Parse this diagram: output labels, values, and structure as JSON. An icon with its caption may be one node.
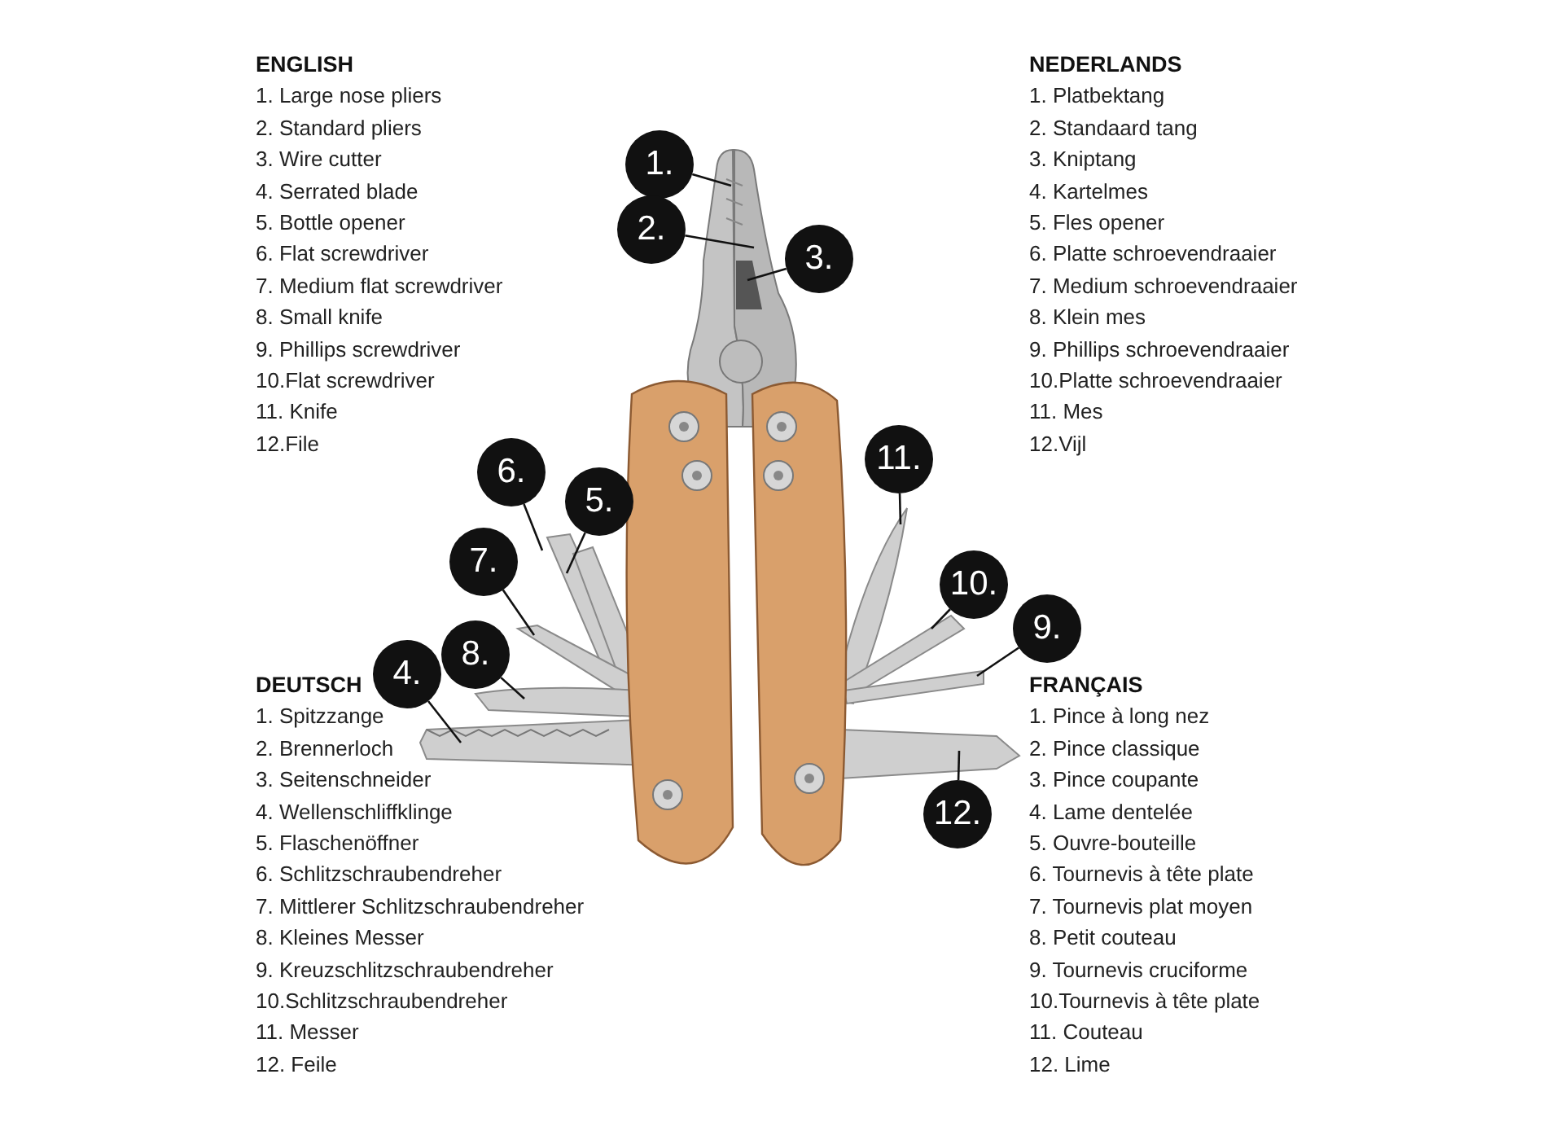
{
  "diagram": {
    "nodes": [
      {
        "text": [
          "1."
        ]
      },
      {
        "text": [
          "2."
        ]
      },
      {
        "text": [
          "3."
        ]
      },
      {
        "text": [
          "4."
        ]
      },
      {
        "text": [
          "5."
        ]
      },
      {
        "text": [
          "6."
        ]
      },
      {
        "text": [
          "7."
        ]
      },
      {
        "text": [
          "8."
        ]
      },
      {
        "text": [
          "9."
        ]
      },
      {
        "text": [
          "10."
        ]
      },
      {
        "text": [
          "11."
        ]
      },
      {
        "text": [
          "12."
        ]
      }
    ],
    "edges": [
      {
        "from": 0,
        "to": null,
        "arrow": "none"
      },
      {
        "from": 1,
        "to": null,
        "arrow": "none"
      },
      {
        "from": 2,
        "to": null,
        "arrow": "none"
      },
      {
        "from": 3,
        "to": null,
        "arrow": "none"
      },
      {
        "from": 4,
        "to": null,
        "arrow": "none"
      },
      {
        "from": 5,
        "to": null,
        "arrow": "none"
      },
      {
        "from": 6,
        "to": null,
        "arrow": "none"
      },
      {
        "from": 7,
        "to": null,
        "arrow": "none"
      },
      {
        "from": 8,
        "to": null,
        "arrow": "none"
      },
      {
        "from": 9,
        "to": null,
        "arrow": "none"
      },
      {
        "from": 10,
        "to": null,
        "arrow": "none"
      },
      {
        "from": 11,
        "to": null,
        "arrow": "none"
      }
    ],
    "labels": [
      "ENGLISH",
      "1. Large nose pliers",
      "2. Standard pliers",
      "3. Wire cutter",
      "4. Serrated blade",
      "5. Bottle opener",
      "6. Flat screwdriver",
      "7. Medium flat screwdriver",
      "8. Small knife",
      "9. Phillips screwdriver",
      "10.Flat screwdriver",
      "11. Knife",
      "12.File",
      "NEDERLANDS",
      "1. Platbektang",
      "2. Standaard tang",
      "3. Kniptang",
      "4. Kartelmes",
      "5. Fles opener",
      "6. Platte schroevendraaier",
      "7. Medium schroevendraaier",
      "8. Klein mes",
      "9. Phillips schroevendraaier",
      "10.Platte schroevendraaier",
      "11. Mes",
      "12.Vijl",
      "DEUTSCH",
      "1. Spitzzange",
      "2. Brennerloch",
      "3. Seitenschneider",
      "4. Wellenschliffklinge",
      "5. Flaschenöffner",
      "6. Schlitzschraubendreher",
      "7. Mittlerer Schlitzschraubendreher",
      "8. Kleines Messer",
      "9. Kreuzschlitzschraubendreher",
      "10.Schlitzschraubendreher",
      "11. Messer",
      "12. Feile",
      "FRANÇAIS",
      "1. Pince à long nez",
      "2. Pince classique",
      "3. Pince coupante",
      "4. Lame dentelée",
      "5. Ouvre-bouteille",
      "6. Tournevis à tête plate",
      "7. Tournevis plat moyen",
      "8. Petit couteau",
      "9. Tournevis cruciforme",
      "10.Tournevis à tête plate",
      "11. Couteau",
      "12. Lime"
    ]
  }
}
